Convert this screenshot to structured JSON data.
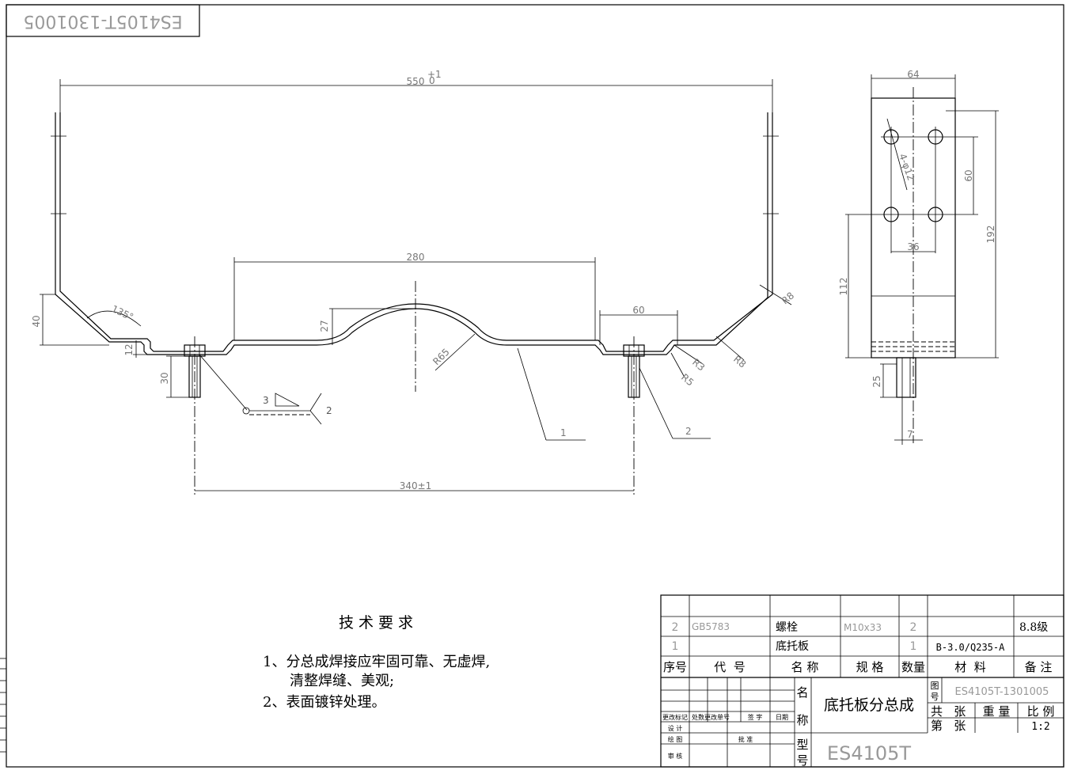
{
  "drawing_number_stamp": "ES4105T-1301005",
  "dimensions": {
    "overall_width": "550",
    "overall_width_tol_upper": "+1",
    "overall_width_tol_lower": "0",
    "inner_width": "280",
    "angle": "135°",
    "height_40": "40",
    "depth_27": "27",
    "step_12": "12",
    "bolt_len_30": "30",
    "radius_r65": "R65",
    "radius_r8_upper": "R8",
    "radius_r8_lower": "R8",
    "radius_r3": "R3",
    "radius_r5": "R5",
    "span_60": "60",
    "bolt_spacing": "340±1",
    "side_64": "64",
    "holes": "4-φ12",
    "hole_v_60": "60",
    "hole_h_36": "36",
    "height_192": "192",
    "height_112": "112",
    "bolt_len_25": "25",
    "gap_7": "7"
  },
  "callouts": {
    "part1": "1",
    "part2_left": "2",
    "part2_right": "2",
    "weld_size": "3"
  },
  "tech_requirements": {
    "title": "技 术 要 求",
    "item1_line1": "1、分总成焊接应牢固可靠、无虚焊,",
    "item1_line2": "清整焊缝、美观;",
    "item2": "2、表面镀锌处理。"
  },
  "bom": {
    "rows": [
      {
        "seq": "2",
        "code": "GB5783",
        "name": "螺栓",
        "spec": "M10x33",
        "qty": "2",
        "material": "",
        "remark": "8.8级"
      },
      {
        "seq": "1",
        "code": "",
        "name": "底托板",
        "spec": "",
        "qty": "1",
        "material": "B-3.0/Q235-A",
        "remark": ""
      }
    ],
    "headers": {
      "seq": "序号",
      "code": "代  号",
      "name": "名 称",
      "spec": "规 格",
      "qty": "数量",
      "material": "材  料",
      "remark": "备 注"
    }
  },
  "title_block": {
    "name_label_1": "名",
    "name_label_2": "称",
    "part_name": "底托板分总成",
    "type_label_1": "型",
    "type_label_2": "号",
    "model": "ES4105T",
    "drawing_no_label_1": "图",
    "drawing_no_label_2": "号",
    "drawing_no": "ES4105T-1301005",
    "total_sheets": "共   张",
    "weight_label": "重 量",
    "scale_label": "比 例",
    "sheet_no": "第   张",
    "scale": "1:2",
    "rev_mark": "更改标记",
    "count": "处数",
    "rev_doc": "更改单号",
    "signature": "签 字",
    "date": "日期",
    "design": "设 计",
    "draft": "绘 图",
    "review": "审 核",
    "approve": "批 准"
  }
}
